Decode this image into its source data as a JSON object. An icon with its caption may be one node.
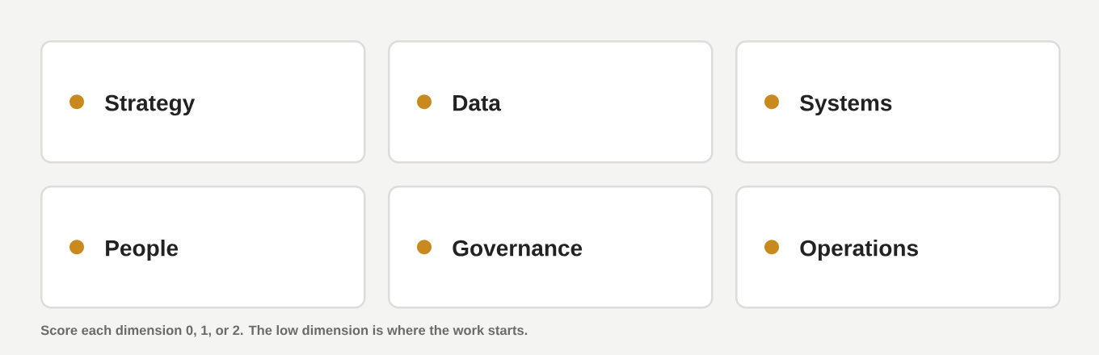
{
  "diagram": {
    "nodes": [
      {
        "text": [
          "Strategy"
        ]
      },
      {
        "text": [
          "Data"
        ]
      },
      {
        "text": [
          "Systems"
        ]
      },
      {
        "text": [
          "People"
        ]
      },
      {
        "text": [
          "Governance"
        ]
      },
      {
        "text": [
          "Operations"
        ]
      }
    ],
    "caption": "Score each dimension 0, 1, or 2. The low dimension is where the work starts."
  }
}
